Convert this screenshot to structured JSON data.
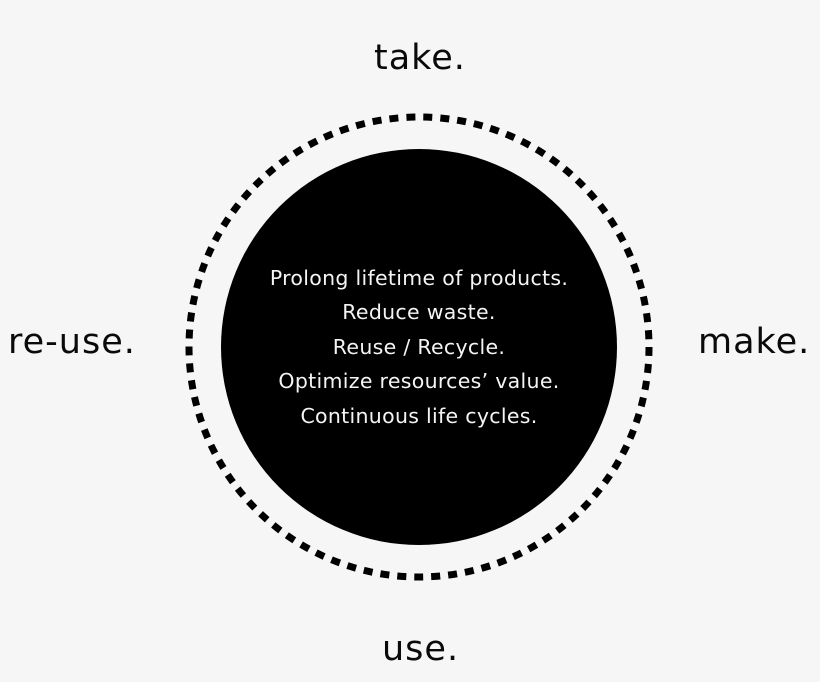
{
  "diagram": {
    "type": "cycle",
    "labels": {
      "top": "take.",
      "right": "make.",
      "bottom": "use.",
      "left": "re-use."
    },
    "center_lines": [
      "Prolong lifetime of products.",
      "Reduce waste.",
      "Reuse / Recycle.",
      "Optimize resources’ value.",
      "Continuous life cycles."
    ],
    "colors": {
      "background": "#f6f6f6",
      "circle_fill": "#000000",
      "dashed_ring": "#000000",
      "center_text": "#f4f4f4",
      "label_text": "#0a0a0a"
    }
  }
}
